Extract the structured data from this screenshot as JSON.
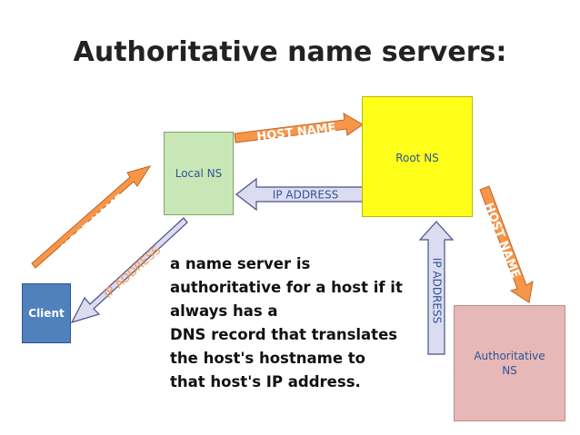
{
  "title": "Authoritative name servers:",
  "nodes": {
    "local_ns": "Local NS",
    "root_ns": "Root NS",
    "client": "Client",
    "authoritative_ns": "Authoritative\nNS"
  },
  "arrows": {
    "client_to_local": "HOST NAME",
    "local_to_root": "HOST NAME",
    "root_to_local": "IP ADDRESS",
    "root_to_auth": "HOST NAME",
    "auth_to_root": "IP ADDRESS",
    "local_to_client": "IP ADDRESS"
  },
  "note": "a name server is\nauthoritative for a host if it\nalways has a\nDNS record that translates\nthe host's hostname to\nthat host's IP address.",
  "colors": {
    "orange_arrow": "#f79646",
    "lavender_arrow": "#dcdcf0",
    "local_ns": "#c9e7b6",
    "root_ns": "#ffff1a",
    "client": "#4f81bd",
    "authoritative_ns": "#e6b8b7"
  }
}
